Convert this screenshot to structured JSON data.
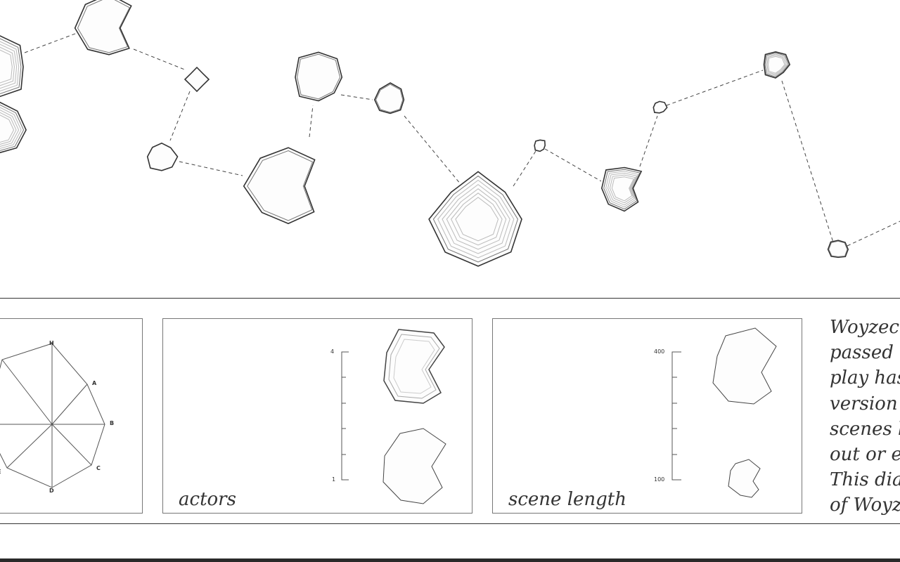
{
  "legend": {
    "axis_labels": [
      "H",
      "A",
      "B",
      "C",
      "D",
      "E"
    ]
  },
  "actors_panel": {
    "title": "actors",
    "scale_max": "4",
    "scale_min": "1"
  },
  "length_panel": {
    "title": "scene length",
    "scale_max": "400",
    "scale_min": "100"
  },
  "description": {
    "lines": [
      "Woyzeck",
      "passed o",
      "play has",
      "version o",
      "scenes b",
      "out or ev",
      "This diag",
      "of Woyze"
    ]
  }
}
